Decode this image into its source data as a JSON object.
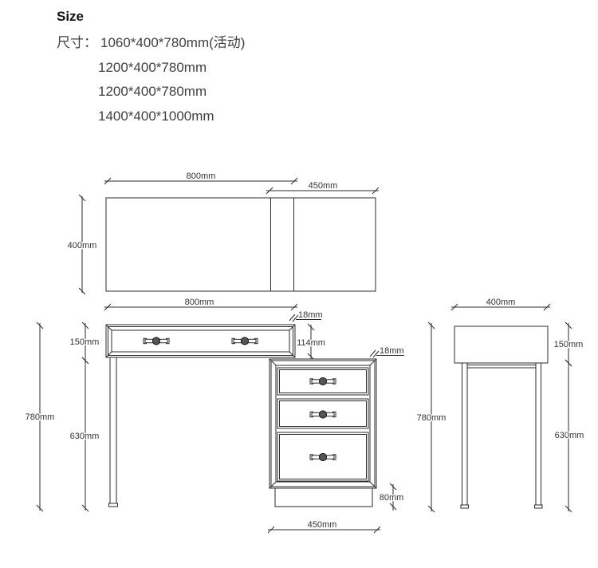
{
  "header": {
    "title": "Size",
    "label": "尺寸：",
    "sizes": [
      "1060*400*780mm(活动)",
      "1200*400*780mm",
      "1200*400*780mm",
      "1400*400*1000mm"
    ]
  },
  "dims": {
    "top_width": "800mm",
    "top_side_width": "450mm",
    "top_depth": "400mm",
    "front_width": "800mm",
    "front_top_thickness": "18mm",
    "front_apron_height": "150mm",
    "front_drawer_height": "114mm",
    "cabinet_thickness": "18mm",
    "front_total_height": "780mm",
    "front_leg_height": "630mm",
    "cabinet_base_height": "80mm",
    "cabinet_width": "450mm",
    "side_depth": "400mm",
    "side_apron_height": "150mm",
    "side_total_height": "780mm",
    "side_leg_height": "630mm"
  },
  "colors": {
    "line": "#2b2b2b",
    "text": "#333333",
    "background": "#ffffff",
    "knob": "#555555"
  }
}
